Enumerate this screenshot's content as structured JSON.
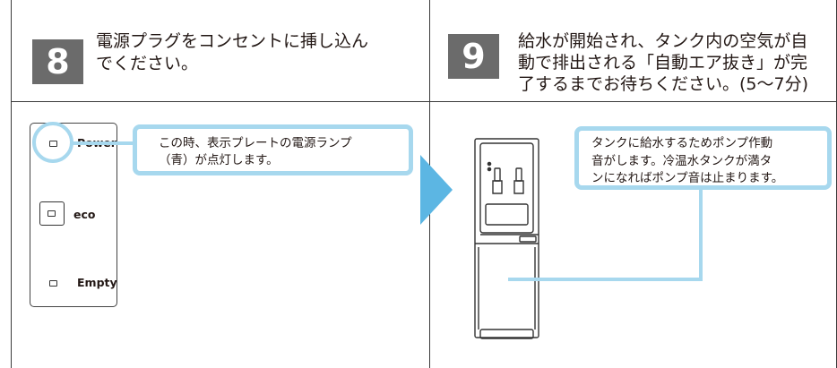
{
  "colors": {
    "badge": "#6b6b6b",
    "callout_border": "#a7d8ee",
    "arrow": "#5cb6e3",
    "line": "#3a3a3a"
  },
  "step8": {
    "number": "8",
    "title_lines": [
      "電源プラグをコンセントに挿し込ん",
      "でください。"
    ],
    "callout_lines": [
      "この時、表示プレートの電源ランプ",
      "（青）が点灯します。"
    ],
    "control_panel": {
      "power_label": "Power",
      "eco_label": "eco",
      "empty_label": "Empty"
    }
  },
  "step9": {
    "number": "9",
    "title_lines": [
      "給水が開始され、タンク内の空気が自",
      "動で排出される「自動エア抜き」が完",
      "了するまでお待ちください。(5～7分)"
    ],
    "callout_lines": [
      "タンクに給水するためポンプ作動",
      "音がします。冷温水タンクが満タ",
      "ンになればポンプ音は止まります。"
    ]
  },
  "icons": {
    "next_arrow": "chevron-right-arrow-icon",
    "water_server": "water-server-icon"
  }
}
